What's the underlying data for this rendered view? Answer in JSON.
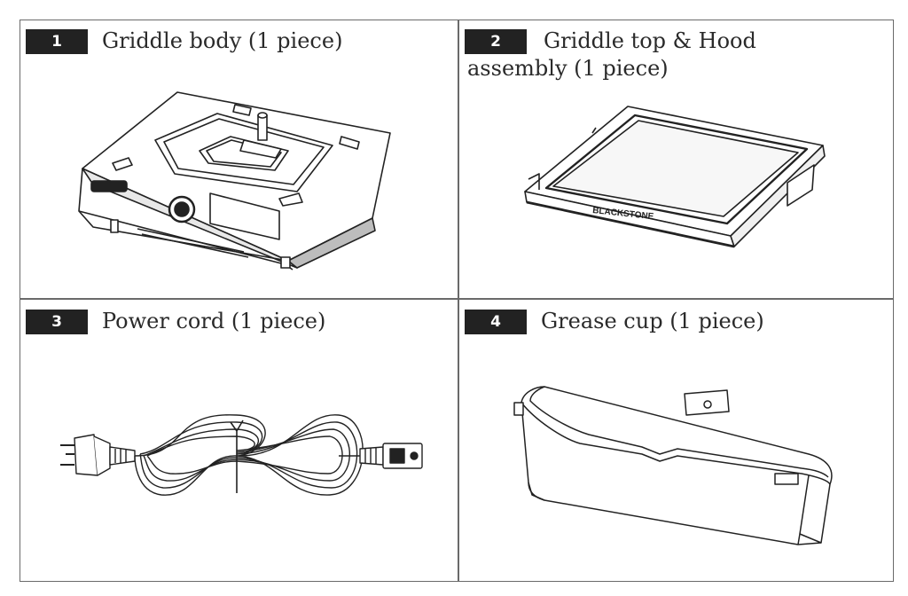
{
  "items": [
    {
      "number": "1",
      "caption": "Griddle body (1 piece)"
    },
    {
      "number": "2",
      "caption": "Griddle top & Hood assembly (1 piece)"
    },
    {
      "number": "3",
      "caption": "Power cord (1 piece)"
    },
    {
      "number": "4",
      "caption": "Grease cup (1 piece)"
    }
  ],
  "brand_text": "BLACKSTONE"
}
